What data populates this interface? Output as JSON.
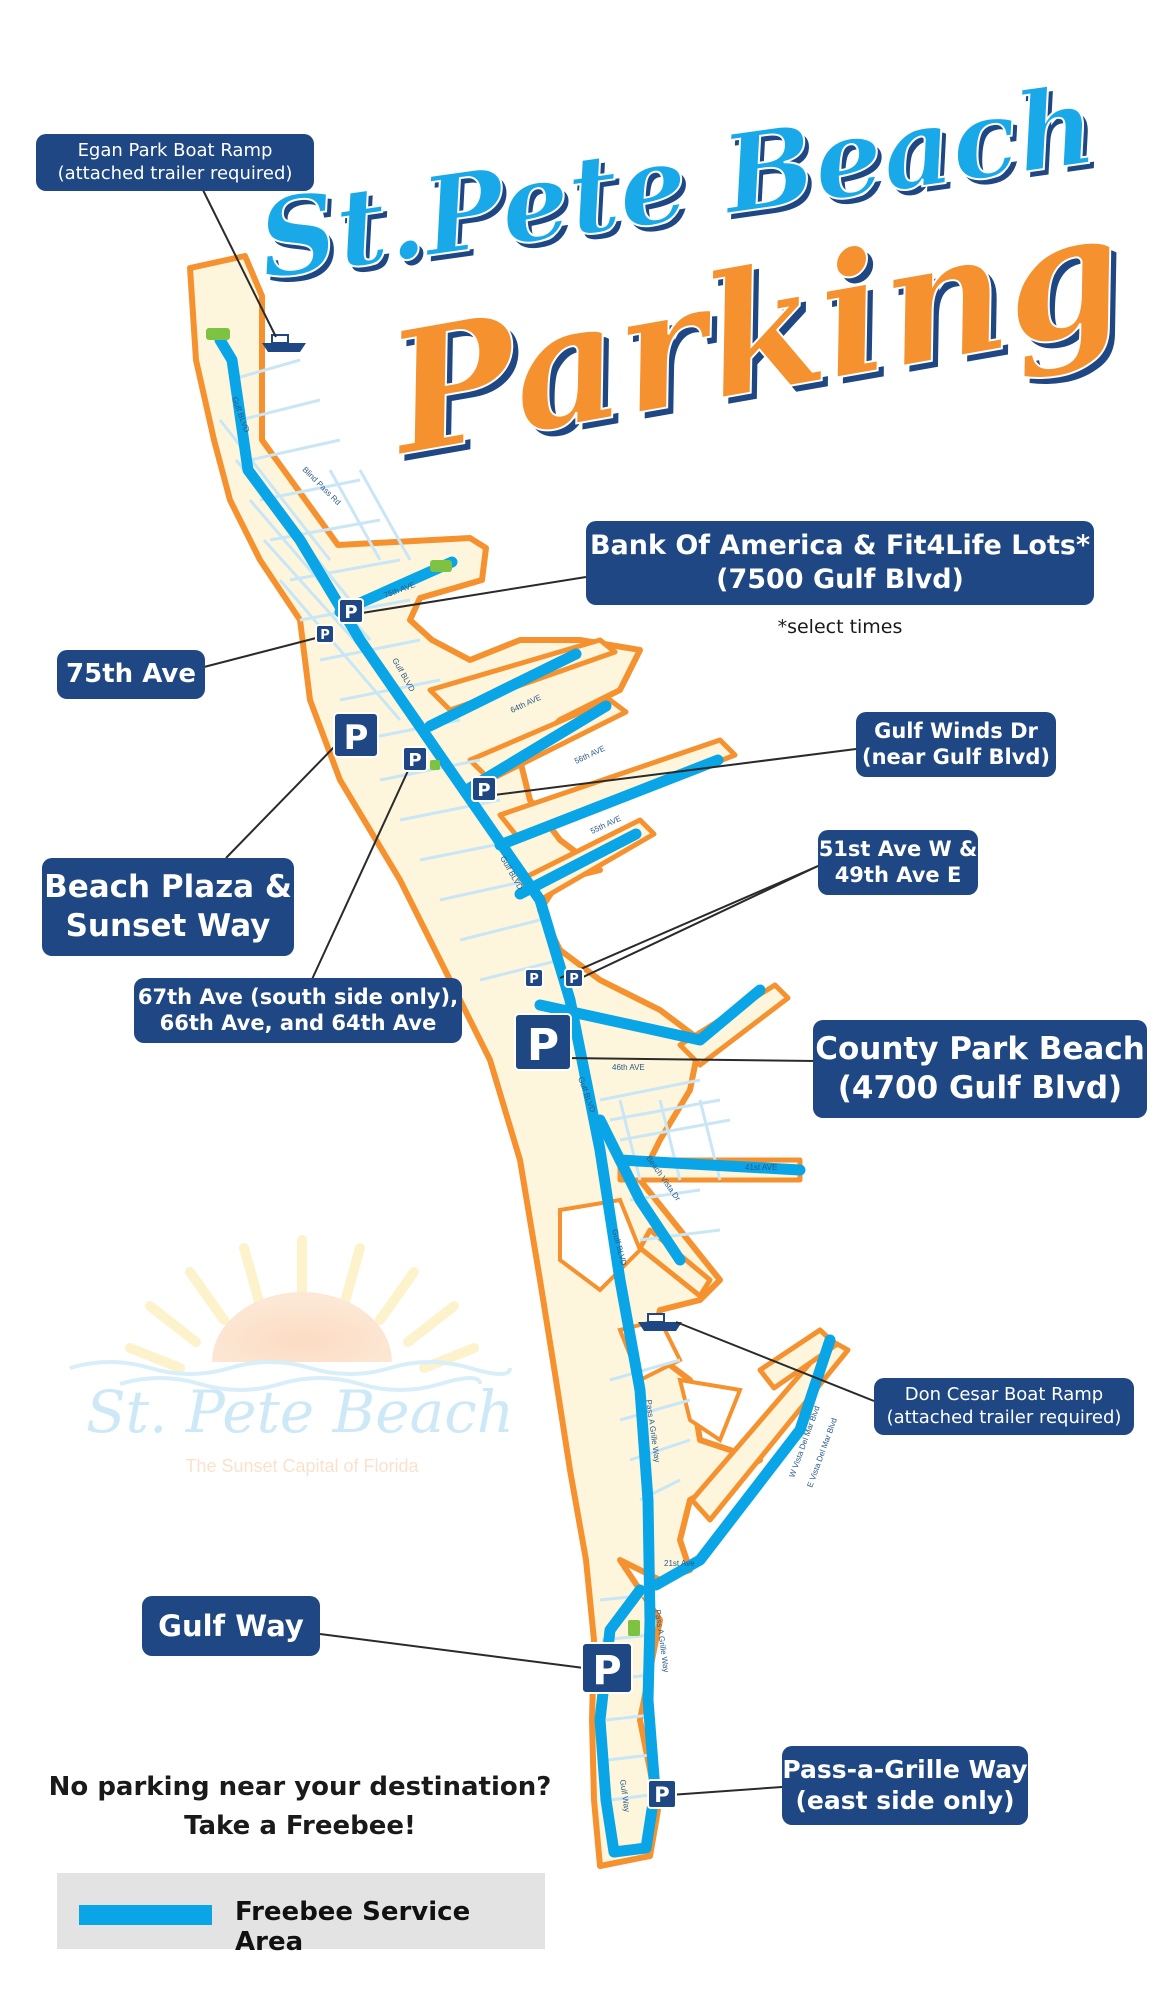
{
  "title": {
    "line1": "St.Pete Beach",
    "line2": "Parking"
  },
  "colors": {
    "navy": "#1e4784",
    "freebee_blue": "#0aa5e6",
    "orange": "#f5922f",
    "land": "#fdf6dc",
    "streets": "#c9e6f7",
    "park_green": "#7dc242"
  },
  "labels": {
    "egan": {
      "line1": "Egan Park Boat Ramp",
      "line2": "(attached trailer required)"
    },
    "bank": {
      "line1": "Bank Of America & Fit4Life Lots*",
      "line2": "(7500 Gulf Blvd)",
      "note": "*select times"
    },
    "ave75": "75th Ave",
    "gulf_winds": {
      "line1": "Gulf Winds Dr",
      "line2": "(near Gulf Blvd)"
    },
    "beach_plaza": {
      "line1": "Beach Plaza &",
      "line2": "Sunset Way"
    },
    "ave51": {
      "line1": "51st Ave W &",
      "line2": "49th Ave E"
    },
    "ave67": {
      "line1": "67th Ave (south side only),",
      "line2": "66th Ave, and 64th Ave"
    },
    "county": {
      "line1": "County Park Beach",
      "line2": "(4700 Gulf Blvd)"
    },
    "don_cesar": {
      "line1": "Don Cesar Boat Ramp",
      "line2": "(attached trailer required)"
    },
    "gulf_way": "Gulf Way",
    "pass_a_grille": {
      "line1": "Pass-a-Grille Way",
      "line2": "(east side only)"
    }
  },
  "streets": {
    "gulf_blvd": "Gulf BLVD",
    "blind_pass": "Blind Pass Rd",
    "ave_75": "75th AVE",
    "ave_64": "64th AVE",
    "ave_56": "56th AVE",
    "ave_55": "55th AVE",
    "ave_46": "46th AVE",
    "ave_41": "41st AVE",
    "beach_vista": "Beach Vista Dr",
    "pass_a_grille_way": "Pass A Grille Way",
    "ave_21": "21st Ave",
    "gulf_way": "Gulf Way",
    "del_mar_w": "W Vista Del Mar Blvd",
    "del_mar_e": "E Vista Del Mar Blvd"
  },
  "parking_symbol": "P",
  "watermark": {
    "name": "St. Pete Beach",
    "tagline": "The Sunset Capital of Florida"
  },
  "promo": {
    "line1": "No parking near your destination?",
    "line2": "Take a Freebee!"
  },
  "legend": {
    "label": "Freebee Service Area"
  }
}
